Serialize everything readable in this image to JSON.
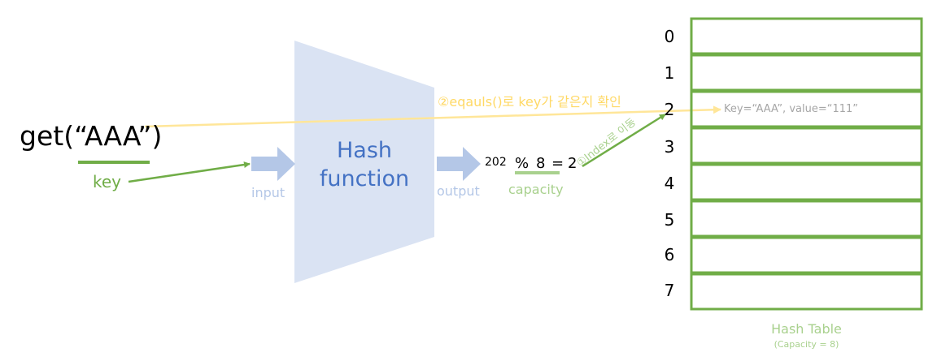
{
  "call": {
    "text": "get(“AAA”)",
    "key_label": "key"
  },
  "hash": {
    "title": "Hash function",
    "input_label": "input",
    "output_label": "output"
  },
  "calc": {
    "hash_value": "202",
    "mod_op": "%",
    "capacity_value": "8",
    "equals": "=",
    "index": "2",
    "capacity_label": "capacity"
  },
  "notes": {
    "equals_check": "②eqauls()로 key가 같은지 확인",
    "move_to_index": "①Index로 이동"
  },
  "table": {
    "rows": [
      "0",
      "1",
      "2",
      "3",
      "4",
      "5",
      "6",
      "7"
    ],
    "entry": {
      "row": "2",
      "text": "Key=“AAA”,     value=“111”"
    },
    "title": "Hash Table",
    "subtitle": "(Capacity = 8)"
  },
  "colors": {
    "green": "#70ad47",
    "light_green": "#a9d18e",
    "blue_shape": "#dae3f3",
    "blue_arrow": "#b4c7e7",
    "yellow": "#ffe699",
    "text_blue": "#4472c4"
  }
}
